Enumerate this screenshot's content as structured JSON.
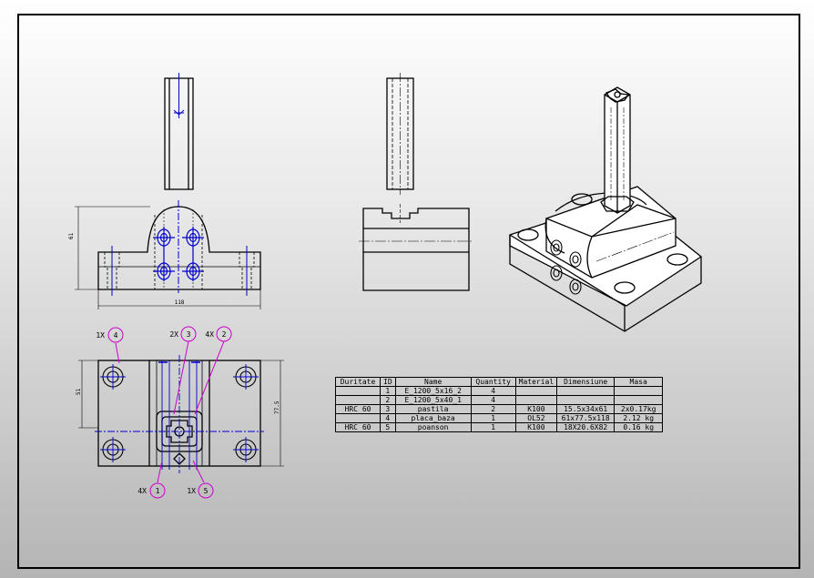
{
  "dimensions": {
    "height_left": "61",
    "width_bottom": "118",
    "height_plan_left": "51",
    "height_plan_right": "77.5"
  },
  "balloons": [
    {
      "id": "4",
      "qty": "1X"
    },
    {
      "id": "3",
      "qty": "2X"
    },
    {
      "id": "2",
      "qty": "4X"
    },
    {
      "id": "1",
      "qty": "4X"
    },
    {
      "id": "5",
      "qty": "1X"
    }
  ],
  "bom": {
    "headers": [
      "Duritate",
      "ID",
      "Name",
      "Quantity",
      "Material",
      "Dimensiune",
      "Masa"
    ],
    "rows": [
      [
        "",
        "1",
        "E_1200_5x16_2",
        "4",
        "",
        "",
        ""
      ],
      [
        "",
        "2",
        "E_1200_5x40_1",
        "4",
        "",
        "",
        ""
      ],
      [
        "HRC 60",
        "3",
        "pastila",
        "2",
        "K100",
        "15.5x34x61",
        "2x0.17kg"
      ],
      [
        "",
        "4",
        "placa_baza",
        "1",
        "OL52",
        "61x77.5x118",
        "2.12 kg"
      ],
      [
        "HRC 60",
        "5",
        "poanson",
        "1",
        "K100",
        "18X20.6X82",
        "0.16 kg"
      ]
    ]
  },
  "colors": {
    "line": "#000000",
    "centerline": "#0000cc",
    "balloon": "#cc00cc"
  }
}
